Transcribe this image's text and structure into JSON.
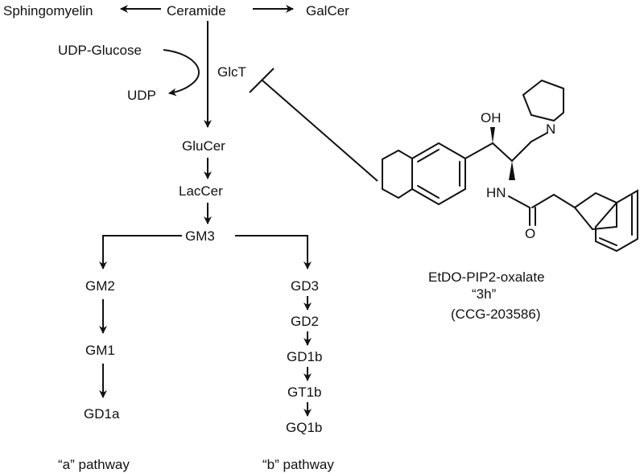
{
  "nodes": {
    "sphingomyelin": "Sphingomyelin",
    "ceramide": "Ceramide",
    "galcer": "GalCer",
    "udp_glucose": "UDP-Glucose",
    "udp": "UDP",
    "glct": "GlcT",
    "glucer": "GluCer",
    "laccer": "LacCer",
    "gm3": "GM3",
    "gm2": "GM2",
    "gm1": "GM1",
    "gd1a": "GD1a",
    "gd3": "GD3",
    "gd2": "GD2",
    "gd1b": "GD1b",
    "gt1b": "GT1b",
    "gq1b": "GQ1b"
  },
  "pathways": {
    "a": "“a” pathway",
    "b": "“b” pathway"
  },
  "compound": {
    "name": "EtDO-PIP2-oxalate",
    "alias": "“3h”",
    "code": "(CCG-203586)",
    "atoms": {
      "oh": "OH",
      "n": "N",
      "hn": "HN",
      "o": "O"
    }
  }
}
